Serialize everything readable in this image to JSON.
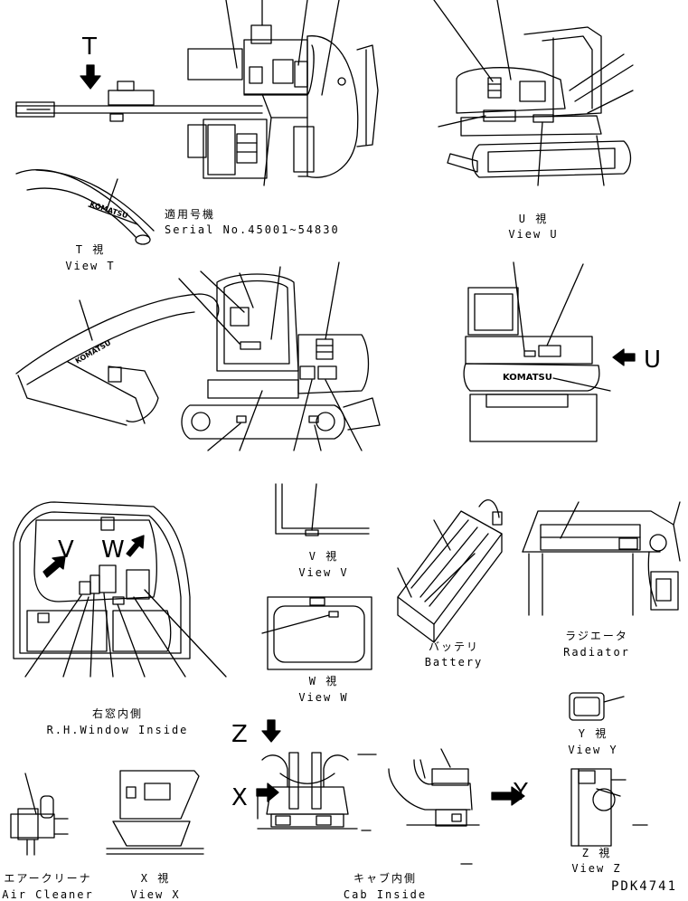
{
  "labels": {
    "serial_jp": "適用号機",
    "serial_en": "Serial No.45001~54830",
    "view_t_jp": "T  視",
    "view_t_en": "View T",
    "view_u_jp": "U  視",
    "view_u_en": "View U",
    "view_v_jp": "V  視",
    "view_v_en": "View V",
    "view_w_jp": "W  視",
    "view_w_en": "View W",
    "battery_jp": "バッテリ",
    "battery_en": "Battery",
    "radiator_jp": "ラジエータ",
    "radiator_en": "Radiator",
    "window_jp": "右窓内側",
    "window_en": "R.H.Window Inside",
    "view_y_jp": "Y  視",
    "view_y_en": "View Y",
    "view_z_jp": "Z  視",
    "view_z_en": "View Z",
    "cleaner_jp": "エアークリーナ",
    "cleaner_en": "Air Cleaner",
    "view_x_jp": "X  視",
    "view_x_en": "View X",
    "cab_jp": "キャブ内側",
    "cab_en": "Cab Inside",
    "drawing_no": "PDK4741",
    "brand_mark": "KOMATSU"
  },
  "view_letters": {
    "t": "T",
    "u": "U",
    "v": "V",
    "w": "W",
    "x": "X",
    "y": "Y",
    "z": "Z"
  }
}
